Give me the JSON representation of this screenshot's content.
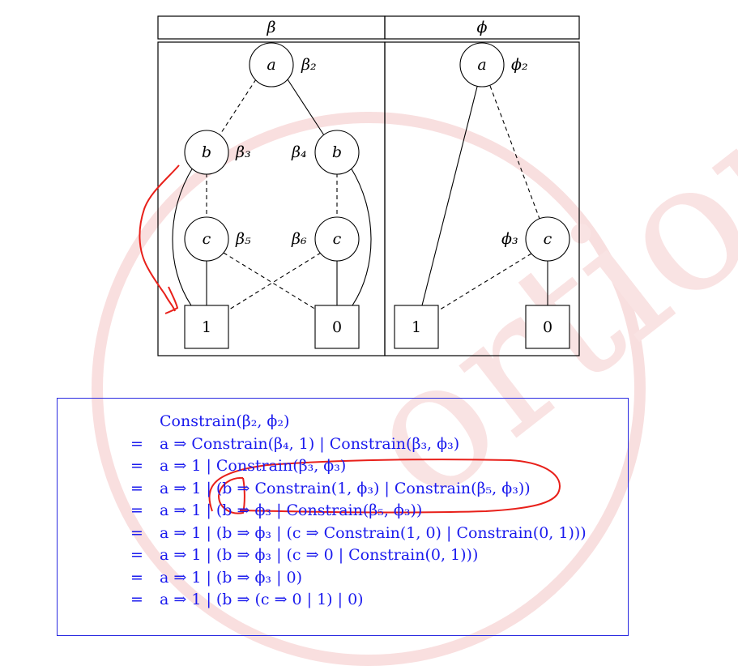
{
  "diagram": {
    "left_header": "β",
    "right_header": "ϕ",
    "beta_nodes": {
      "root": "a",
      "left_b": "b",
      "right_b": "b",
      "left_c": "c",
      "right_c": "c"
    },
    "beta_labels": {
      "b2": "β₂",
      "b3": "β₃",
      "b4": "β₄",
      "b5": "β₅",
      "b6": "β₆"
    },
    "beta_terminals": {
      "one": "1",
      "zero": "0"
    },
    "phi_nodes": {
      "root": "a",
      "c": "c"
    },
    "phi_labels": {
      "p2": "ϕ₂",
      "p3": "ϕ₃"
    },
    "phi_terminals": {
      "one": "1",
      "zero": "0"
    },
    "watermark": "ortion",
    "colors": {
      "derivation_text": "#1a1aee",
      "annotation": "#e8201a",
      "watermark": "#f6d2d2"
    }
  },
  "derivation": [
    {
      "eq": "",
      "expr": "Constrain(β₂, ϕ₂)"
    },
    {
      "eq": "=",
      "expr": "a ⇒ Constrain(β₄, 1) | Constrain(β₃, ϕ₃)"
    },
    {
      "eq": "=",
      "expr": "a ⇒ 1 | Constrain(β₃, ϕ₃)"
    },
    {
      "eq": "=",
      "expr": "a ⇒ 1 | (b ⇒ Constrain(1, ϕ₃) | Constrain(β₅, ϕ₃))"
    },
    {
      "eq": "=",
      "expr": "a ⇒ 1 | (b ⇒ ϕ₃ | Constrain(β₅, ϕ₃))"
    },
    {
      "eq": "=",
      "expr": "a ⇒ 1 | (b ⇒ ϕ₃ | (c ⇒ Constrain(1, 0) | Constrain(0, 1)))"
    },
    {
      "eq": "=",
      "expr": "a ⇒ 1 | (b ⇒ ϕ₃ | (c ⇒ 0 | Constrain(0, 1)))"
    },
    {
      "eq": "=",
      "expr": "a ⇒ 1 | (b ⇒ ϕ₃ | 0)"
    },
    {
      "eq": "=",
      "expr": "a ⇒ 1 | (b ⇒ (c ⇒ 0 | 1) | 0)"
    }
  ]
}
